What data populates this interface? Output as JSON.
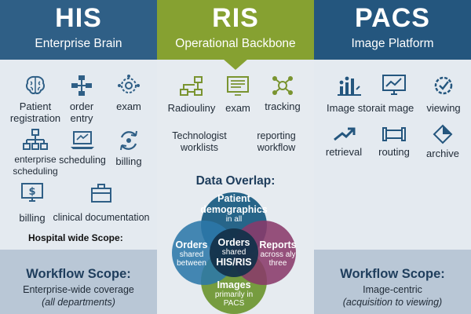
{
  "his": {
    "title": "HIS",
    "subtitle": "Enterprise Brain",
    "items": [
      {
        "label": "Patient registration",
        "icon": "brain-icon"
      },
      {
        "label": "order entry",
        "icon": "workflow-icon"
      },
      {
        "label": "exam",
        "icon": "gear-network-icon"
      },
      {
        "label": "enterprise scheduling",
        "icon": "org-chart-icon"
      },
      {
        "label": "scheduling",
        "icon": "laptop-icon"
      },
      {
        "label": "billing",
        "icon": "cycle-icon"
      },
      {
        "label": "billing",
        "icon": "dollar-monitor-icon"
      },
      {
        "label": "clinical documentation",
        "icon": "briefcase-icon"
      }
    ],
    "scope_note": "Hospital wide Scope:",
    "footer_title": "Workflow Scope:",
    "footer_line1": "Enterprise-wide coverage",
    "footer_line2": "(all departments)"
  },
  "ris": {
    "title": "RIS",
    "subtitle": "Operational Backbone",
    "items": [
      {
        "label": "Radiouliny",
        "icon": "flowchart-icon"
      },
      {
        "label": "exam",
        "icon": "monitor-list-icon"
      },
      {
        "label": "tracking",
        "icon": "network-icon"
      },
      {
        "label": "Technologist worklists",
        "icon": ""
      },
      {
        "label": "reporting workflow",
        "icon": ""
      }
    ],
    "overlap_title": "Data Overlap:",
    "venn": {
      "top": {
        "title": "Patient demographics",
        "sub": "in all"
      },
      "left": {
        "title": "Orders",
        "sub": "shared between"
      },
      "right": {
        "title": "Reports",
        "sub": "across aly three"
      },
      "center": {
        "title": "Orders",
        "sub": "shared",
        "tail": "HIS/RIS"
      },
      "bottom": {
        "title": "Images",
        "sub": "primarily in PACS"
      }
    },
    "colors": {
      "top": "#1f5f84",
      "left": "#2c77a8",
      "right": "#8a3a6a",
      "bottom": "#6d9530",
      "center": "#14324a"
    }
  },
  "pacs": {
    "title": "PACS",
    "subtitle": "Image Platform",
    "items": [
      {
        "label": "Image storait mage",
        "icon": "people-chart-icon"
      },
      {
        "label": "",
        "icon": "monitor-chart-icon"
      },
      {
        "label": "viewing",
        "icon": "check-gear-icon"
      },
      {
        "label": "retrieval",
        "icon": "arrow-retrieve-icon"
      },
      {
        "label": "routing",
        "icon": "pipe-icon"
      },
      {
        "label": "archive",
        "icon": "diamond-arrow-icon"
      }
    ],
    "footer_title": "Workflow Scope:",
    "footer_line1": "Image-centric",
    "footer_line2": "(acquisition to viewing)"
  }
}
